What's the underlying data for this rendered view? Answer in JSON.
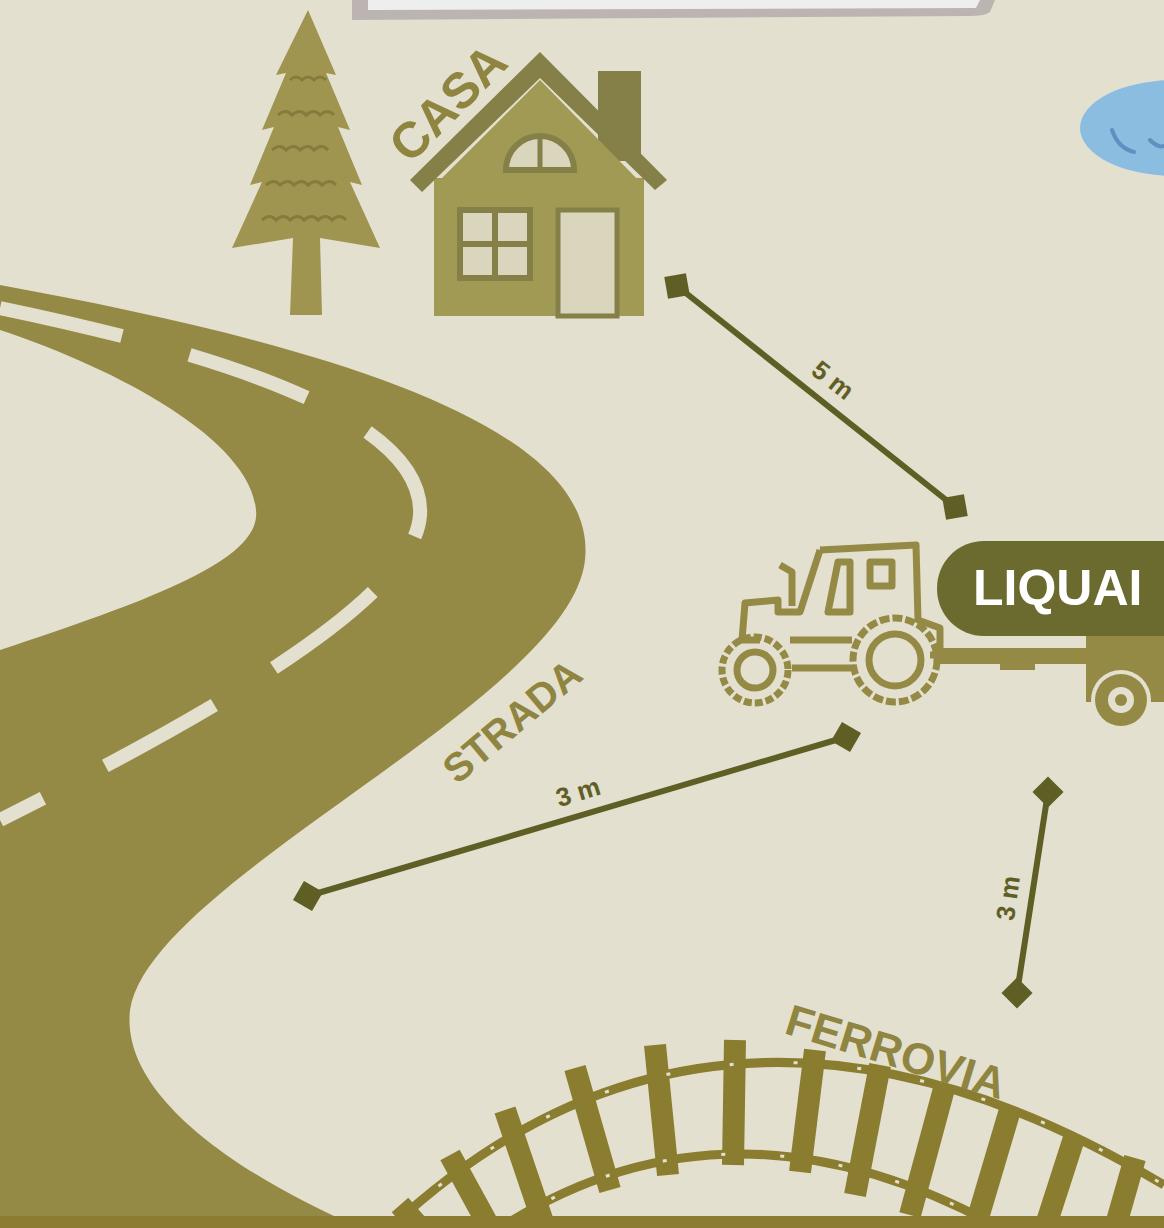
{
  "diagram": {
    "nodes": [
      {
        "text": [
          "LIQUAI"
        ]
      }
    ],
    "labels": [
      "CASA",
      "5 m",
      "STRADA",
      "3 m",
      "3 m",
      "FERROVIA"
    ]
  }
}
